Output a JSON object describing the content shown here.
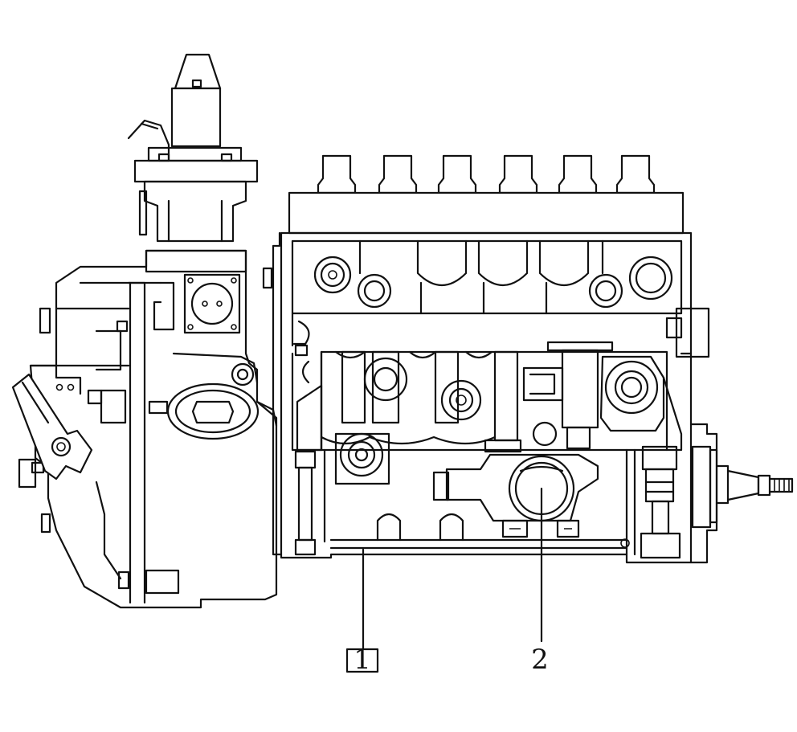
{
  "diagram": {
    "callouts": [
      {
        "id": "1",
        "text": "1",
        "boxed": true
      },
      {
        "id": "2",
        "text": "2",
        "boxed": false
      }
    ]
  }
}
